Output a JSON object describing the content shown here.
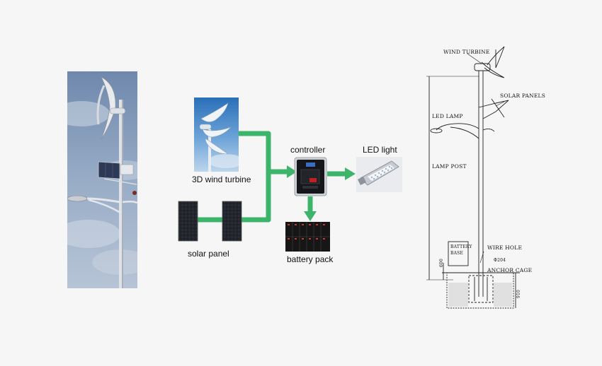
{
  "diagram": {
    "components": {
      "turbine": "3D wind turbine",
      "solar": "solar panel",
      "controller": "controller",
      "led": "LED light",
      "battery": "battery pack"
    },
    "connections": [
      {
        "from": "turbine",
        "to": "controller"
      },
      {
        "from": "solar",
        "to": "controller"
      },
      {
        "from": "controller",
        "to": "led"
      },
      {
        "from": "controller",
        "to": "battery"
      }
    ],
    "arrow_color": "#3cb46a"
  },
  "drawing": {
    "wind_turbine": "WIND TURBINE",
    "solar_panels": "SOLAR PANELS",
    "led_lamp": "LED LAMP",
    "lamp_post": "LAMP POST",
    "battery_base_line1": "BATTERY",
    "battery_base_line2": "BASE",
    "wire_hole": "WIRE HOLE",
    "wire_hole_dim": "Φ204",
    "anchor_cage": "ANCHOR CAGE",
    "dim_600": "600",
    "dim_910": "910"
  }
}
